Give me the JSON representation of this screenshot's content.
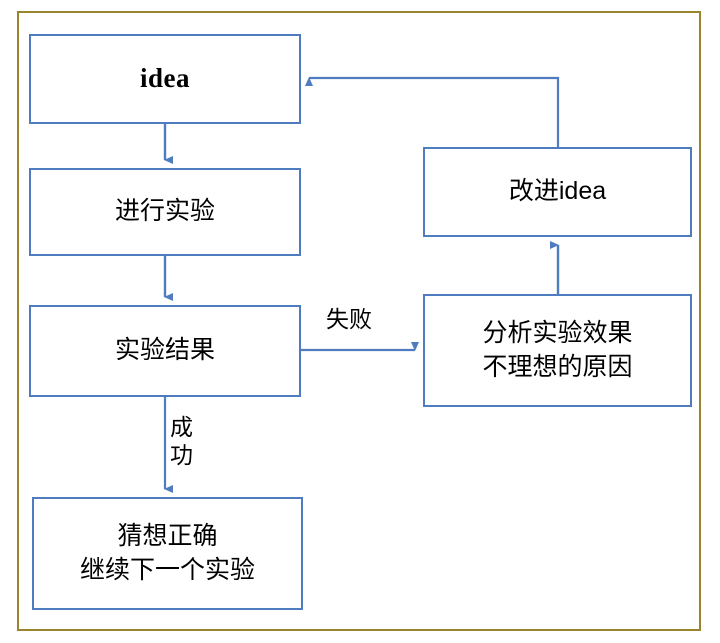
{
  "diagram": {
    "title_text": "",
    "frame_color": "#9a8430",
    "node_border_color": "#4f7cc0",
    "connector_color": "#4f7cc0",
    "text_color": "#000000",
    "background": "#ffffff",
    "nodes": [
      {
        "id": "idea",
        "label": "idea",
        "shape": "rectangle"
      },
      {
        "id": "experiment",
        "label": "进行实验",
        "shape": "rectangle"
      },
      {
        "id": "result",
        "label": "实验结果",
        "shape": "rectangle"
      },
      {
        "id": "success",
        "label": "猜想正确\n继续下一个实验",
        "shape": "rectangle"
      },
      {
        "id": "improve",
        "label": "改进idea",
        "shape": "rectangle"
      },
      {
        "id": "analyze",
        "label": "分析实验效果\n不理想的原因",
        "shape": "rectangle"
      }
    ],
    "edges": [
      {
        "id": "idea-to-experiment",
        "from": "idea",
        "to": "experiment",
        "label": "",
        "direction": "down"
      },
      {
        "id": "experiment-to-result",
        "from": "experiment",
        "to": "result",
        "label": "",
        "direction": "down"
      },
      {
        "id": "result-to-analyze",
        "from": "result",
        "to": "analyze",
        "label": "失败",
        "direction": "right"
      },
      {
        "id": "result-to-success",
        "from": "result",
        "to": "success",
        "label": "成\n功",
        "direction": "down"
      },
      {
        "id": "analyze-to-improve",
        "from": "analyze",
        "to": "improve",
        "label": "",
        "direction": "up"
      },
      {
        "id": "improve-to-idea",
        "from": "improve",
        "to": "idea",
        "label": "",
        "direction": "up-left"
      }
    ],
    "edge_labels": {
      "fail": "失败",
      "success": "成\n功"
    }
  }
}
